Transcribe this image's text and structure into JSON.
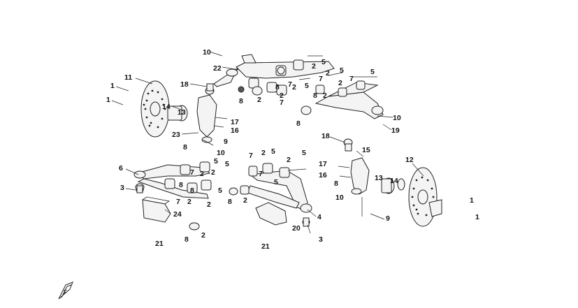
{
  "diagram": {
    "callouts": [
      {
        "id": "c10a",
        "label": "10"
      },
      {
        "id": "c22",
        "label": "22"
      },
      {
        "id": "c5a",
        "label": "5"
      },
      {
        "id": "c2a",
        "label": "2"
      },
      {
        "id": "c7a",
        "label": "7"
      },
      {
        "id": "c5b",
        "label": "5"
      },
      {
        "id": "c2b",
        "label": "2"
      },
      {
        "id": "c7b",
        "label": "7"
      },
      {
        "id": "c5c",
        "label": "5"
      },
      {
        "id": "c7c",
        "label": "7"
      },
      {
        "id": "c2c",
        "label": "2"
      },
      {
        "id": "c5d",
        "label": "5"
      },
      {
        "id": "c2d",
        "label": "2"
      },
      {
        "id": "c8a",
        "label": "8"
      },
      {
        "id": "c2e",
        "label": "2"
      },
      {
        "id": "c8b",
        "label": "8"
      },
      {
        "id": "c2f",
        "label": "2"
      },
      {
        "id": "c7d",
        "label": "7"
      },
      {
        "id": "c8c",
        "label": "8"
      },
      {
        "id": "c2g",
        "label": "2"
      },
      {
        "id": "c8d",
        "label": "8"
      },
      {
        "id": "c10b",
        "label": "10"
      },
      {
        "id": "c19",
        "label": "19"
      },
      {
        "id": "c11",
        "label": "11"
      },
      {
        "id": "c1a",
        "label": "1"
      },
      {
        "id": "c1b",
        "label": "1"
      },
      {
        "id": "c18a",
        "label": "18"
      },
      {
        "id": "c14a",
        "label": "14"
      },
      {
        "id": "c13a",
        "label": "13"
      },
      {
        "id": "c17a",
        "label": "17"
      },
      {
        "id": "c16a",
        "label": "16"
      },
      {
        "id": "c23",
        "label": "23"
      },
      {
        "id": "c9a",
        "label": "9"
      },
      {
        "id": "c8e",
        "label": "8"
      },
      {
        "id": "c10c",
        "label": "10"
      },
      {
        "id": "c18b",
        "label": "18"
      },
      {
        "id": "c15",
        "label": "15"
      },
      {
        "id": "c12",
        "label": "12"
      },
      {
        "id": "c6",
        "label": "6"
      },
      {
        "id": "c7e",
        "label": "7"
      },
      {
        "id": "c2h",
        "label": "2"
      },
      {
        "id": "c5e",
        "label": "5"
      },
      {
        "id": "c2i",
        "label": "2"
      },
      {
        "id": "c5f",
        "label": "5"
      },
      {
        "id": "c7f",
        "label": "7"
      },
      {
        "id": "c2j",
        "label": "2"
      },
      {
        "id": "c5g",
        "label": "5"
      },
      {
        "id": "c2k",
        "label": "2"
      },
      {
        "id": "c5h",
        "label": "5"
      },
      {
        "id": "c3a",
        "label": "3"
      },
      {
        "id": "c8f",
        "label": "8"
      },
      {
        "id": "c7g",
        "label": "7"
      },
      {
        "id": "c2l",
        "label": "2"
      },
      {
        "id": "c5i",
        "label": "5"
      },
      {
        "id": "c8g",
        "label": "8"
      },
      {
        "id": "c2m",
        "label": "2"
      },
      {
        "id": "c7h",
        "label": "7"
      },
      {
        "id": "c8h",
        "label": "8"
      },
      {
        "id": "c2n",
        "label": "2"
      },
      {
        "id": "c5j",
        "label": "5"
      },
      {
        "id": "c17b",
        "label": "17"
      },
      {
        "id": "c16b",
        "label": "16"
      },
      {
        "id": "c8i",
        "label": "8"
      },
      {
        "id": "c13b",
        "label": "13"
      },
      {
        "id": "c14b",
        "label": "14"
      },
      {
        "id": "c10d",
        "label": "10"
      },
      {
        "id": "c24",
        "label": "24"
      },
      {
        "id": "c4",
        "label": "4"
      },
      {
        "id": "c8j",
        "label": "8"
      },
      {
        "id": "c2o",
        "label": "2"
      },
      {
        "id": "c20",
        "label": "20"
      },
      {
        "id": "c3b",
        "label": "3"
      },
      {
        "id": "c21a",
        "label": "21"
      },
      {
        "id": "c21b",
        "label": "21"
      },
      {
        "id": "c9b",
        "label": "9"
      },
      {
        "id": "c1c",
        "label": "1"
      },
      {
        "id": "c1d",
        "label": "1"
      }
    ],
    "logo_text": "F"
  }
}
